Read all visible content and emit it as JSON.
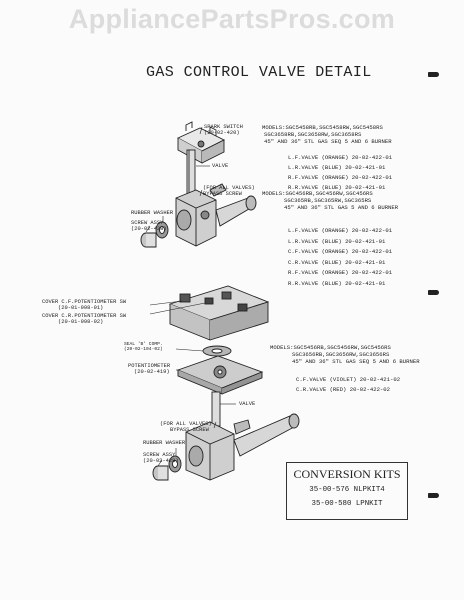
{
  "watermark": "AppliancePartsPros.com",
  "title": "GAS CONTROL VALVE DETAIL",
  "upper": {
    "spark_switch": "SPARK SWITCH",
    "spark_switch_part": "(20-02-420)",
    "valve": "VALVE",
    "bypass_note": "(FOR ALL VALVES)",
    "bypass_screw": "BYPASS SCREW",
    "rubber_washer": "RUBBER WASHER",
    "screw_assy": "SCREW ASSY",
    "screw_assy_part": "(20-02-428)"
  },
  "models1": {
    "lines": [
      "MODELS:SGC5458RB,SGC5458RW,SGC5458RS",
      "SGC3658RB,SGC3658RW,SGC3658RS",
      "45\" AND 36\" STL GAS SEQ 5 AND 6 BURNER"
    ],
    "valves": [
      "L.F.VALVE (ORANGE) 20-02-422-01",
      "L.R.VALVE (BLUE) 20-02-421-01",
      "R.F.VALVE (ORANGE) 20-02-422-01",
      "R.R.VALVE (BLUE) 20-02-421-01"
    ]
  },
  "models2": {
    "lines": [
      "MODELS:SGC456RB,SGC456RW,SGC456RS",
      "SGC365RB,SGC365RW,SGC365RS",
      "45\" AND 36\" STL GAS 5 AND 6 BURNER"
    ],
    "valves": [
      "L.F.VALVE (ORANGE) 20-02-422-01",
      "L.R.VALVE (BLUE) 20-02-421-01",
      "C.F.VALVE (ORANGE) 20-02-422-01",
      "C.R.VALVE (BLUE) 20-02-421-01",
      "R.F.VALVE (ORANGE) 20-02-422-01",
      "R.R.VALVE (BLUE) 20-02-421-01"
    ]
  },
  "lower": {
    "cover_cf_1": "COVER C.F.POTENTIOMETER SW",
    "cover_cf_2": "(20-01-998-01)",
    "cover_cr_1": "COVER C.R.POTENTIOMETER SW",
    "cover_cr_2": "(20-01-998-02)",
    "seal_1": "SEAL 'B' COMP.",
    "seal_2": "(20-02-104-02)",
    "pot_1": "POTENTIOMETER",
    "pot_2": "(20-02-419)",
    "valve": "VALVE",
    "bypass_note": "(FOR ALL VALVES)",
    "bypass_screw": "BYPASS SCREW",
    "rubber_washer": "RUBBER WASHER",
    "screw_assy": "SCREW ASSY",
    "screw_assy_part": "(20-02-428)"
  },
  "models3": {
    "lines": [
      "MODELS:SGC5456RB,SGC5456RW,SGC5456RS",
      "SGC3656RB,SGC3656RW,SGC3656RS",
      "45\" AND 36\" STL GAS SEQ 5 AND 6 BURNER"
    ],
    "valves": [
      "C.F.VALVE (VIOLET) 20-02-421-02",
      "C.R.VALVE (RED) 20-02-422-02"
    ]
  },
  "conversion": {
    "title": "CONVERSION KITS",
    "items": [
      "35-00-576 NLPKIT4",
      "35-00-580 LPNKIT"
    ]
  }
}
